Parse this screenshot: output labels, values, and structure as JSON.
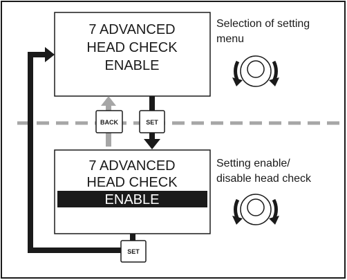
{
  "upper_screen": {
    "lines": [
      "7 ADVANCED",
      "HEAD CHECK",
      "ENABLE"
    ]
  },
  "lower_screen": {
    "lines": [
      "7 ADVANCED",
      "HEAD CHECK"
    ],
    "highlighted_line": "ENABLE"
  },
  "notes": {
    "upper": [
      "Selection of setting",
      "menu"
    ],
    "lower": [
      "Setting enable/",
      "disable head check"
    ]
  },
  "buttons": {
    "back": "BACK",
    "set_middle": "SET",
    "set_bottom": "SET"
  },
  "icons": {
    "dial_upper": "rotary-dial-icon",
    "dial_lower": "rotary-dial-icon"
  },
  "colors": {
    "line": "#1a1a1a",
    "back_arrow": "#a6a6a6",
    "divider": "#a6a6a6",
    "highlight_bg": "#1a1a1a"
  }
}
